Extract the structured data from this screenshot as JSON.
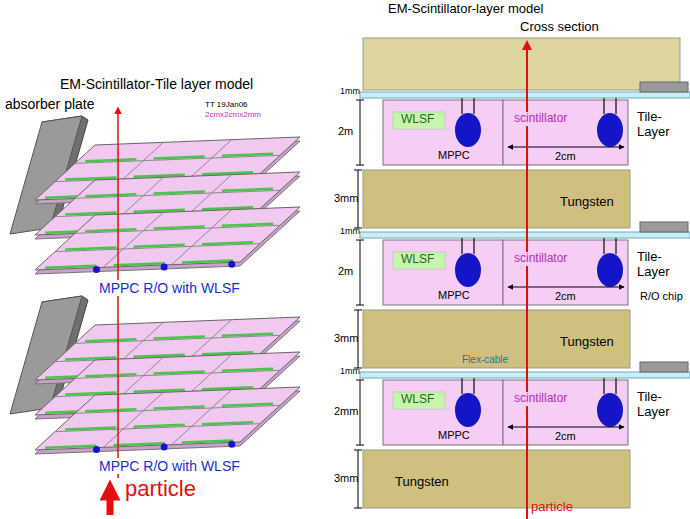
{
  "diagram": {
    "labels": [
      "EM-Scintillator-Tile layer model",
      "absorber plate",
      "TT 19Jan06",
      "2cmx2cmx2mm",
      "MPPC R/O with WLSF",
      "MPPC R/O with WLSF",
      "particle",
      "EM-Scintillator-layer model",
      "Cross section",
      "1mm",
      "2m",
      "WLSF",
      "scintillator",
      "Tile-Layer",
      "MPPC",
      "2cm",
      "3mm",
      "Tungsten",
      "1mm",
      "2m",
      "WLSF",
      "scintillator",
      "Tile-Layer",
      "R/O chip",
      "MPPC",
      "2cm",
      "3mm",
      "Tungsten",
      "Flex-cable",
      "1mm",
      "2mm",
      "WLSF",
      "scintillator",
      "Tile-Layer",
      "MPPC",
      "2cm",
      "3mm",
      "Tungsten",
      "particle"
    ]
  }
}
